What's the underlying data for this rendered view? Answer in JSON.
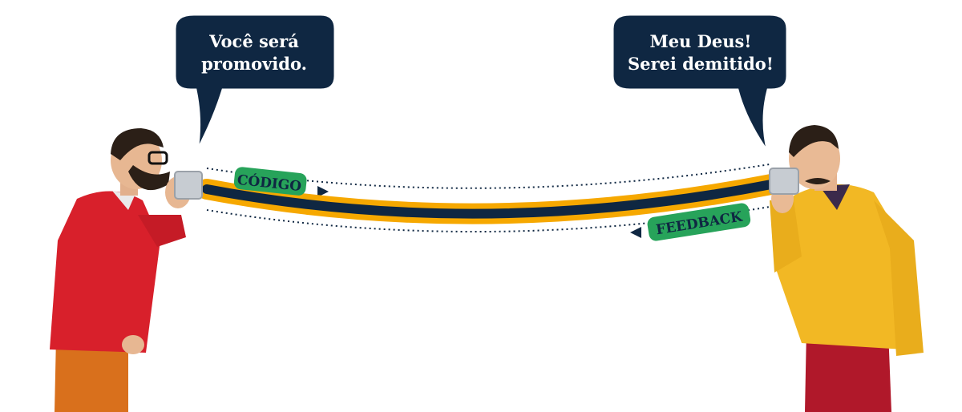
{
  "speech_left": {
    "line1": "Você será",
    "line2": "promovido."
  },
  "speech_right": {
    "line1": "Meu Deus!",
    "line2": "Serei demitido!"
  },
  "labels": {
    "code": "CÓDIGO",
    "feedback": "FEEDBACK"
  },
  "colors": {
    "navy": "#0f2742",
    "orange": "#f6a800",
    "green": "#27a35a",
    "red_sweater": "#d8202b",
    "yellow_sweater": "#f2b824",
    "orange_pants": "#d9701c",
    "red_pants": "#b0182a"
  }
}
